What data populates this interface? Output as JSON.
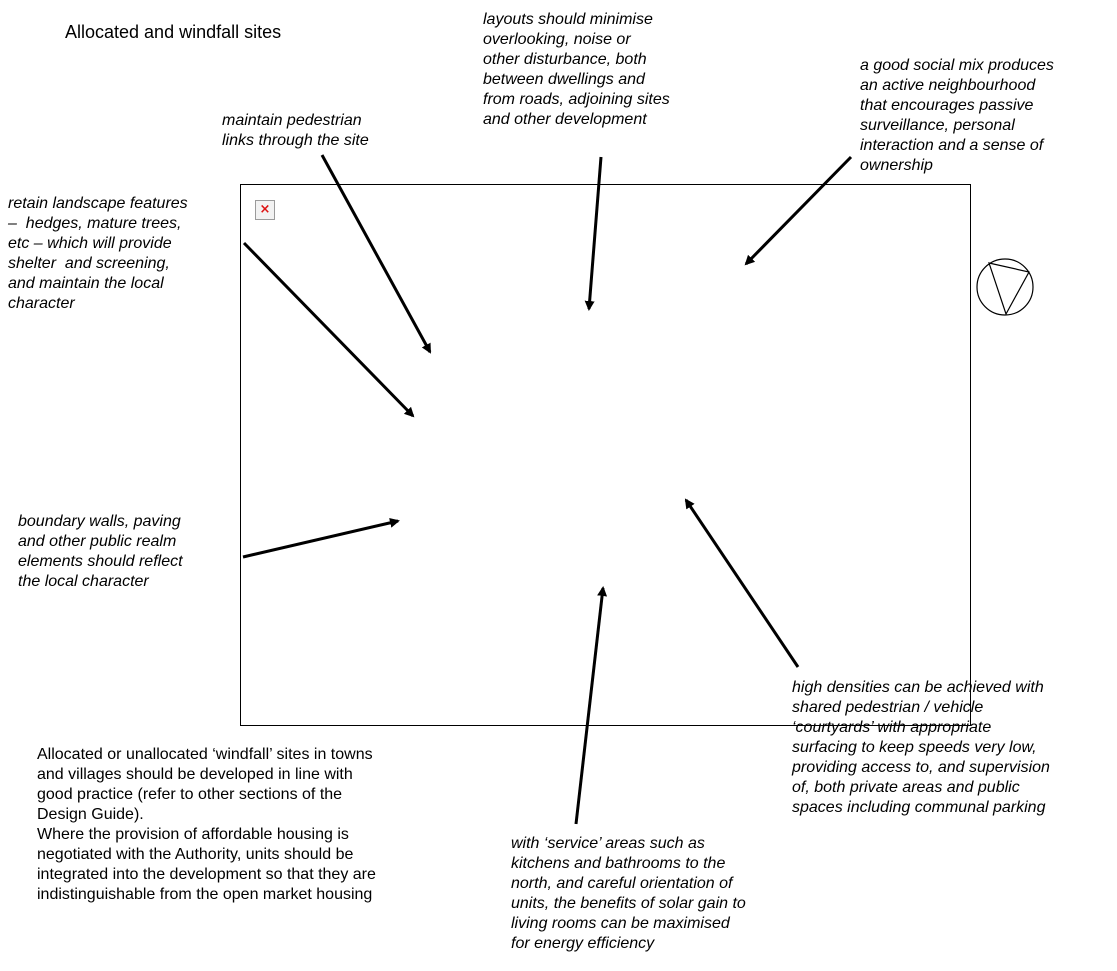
{
  "title": "Allocated and windfall sites",
  "notes": {
    "layouts": [
      "layouts should minimise",
      "overlooking, noise or",
      "other disturbance, both",
      "between dwellings and",
      "from roads, adjoining sites",
      "and other development"
    ],
    "social_mix": [
      "a good social mix produces",
      "an active neighbourhood",
      "that encourages passive",
      "surveillance, personal",
      "interaction and a sense of",
      "ownership"
    ],
    "pedestrian_links": [
      "maintain pedestrian",
      "links through the site"
    ],
    "landscape": [
      "retain landscape features",
      "–  hedges, mature trees,",
      "etc – which will provide",
      "shelter  and screening,",
      "and maintain the local",
      "character"
    ],
    "boundary": [
      "boundary walls, paving",
      "and other public realm",
      "elements should reflect",
      "the local character"
    ],
    "densities": [
      "high densities can be achieved with",
      "shared pedestrian / vehicle",
      "‘courtyards’ with appropriate",
      "surfacing to keep speeds very low,",
      "providing access to, and supervision",
      "of, both private areas and public",
      "spaces including communal parking"
    ],
    "service_areas": [
      "with ‘service’ areas such as",
      "kitchens and bathrooms to the",
      "north, and careful orientation of",
      "units, the benefits of solar gain to",
      "living rooms can be maximised",
      "for energy efficiency"
    ]
  },
  "body_text": [
    "Allocated or unallocated ‘windfall’ sites in towns",
    "and villages should be developed in line with",
    "good practice (refer to other sections of the",
    "Design Guide).",
    "Where the provision of affordable housing is",
    "negotiated with the Authority, units should be",
    "integrated into the development so that they are",
    "indistinguishable from the open market housing"
  ],
  "icons": {
    "broken_image": "broken-image-icon",
    "north_arrow": "north-arrow-icon"
  }
}
